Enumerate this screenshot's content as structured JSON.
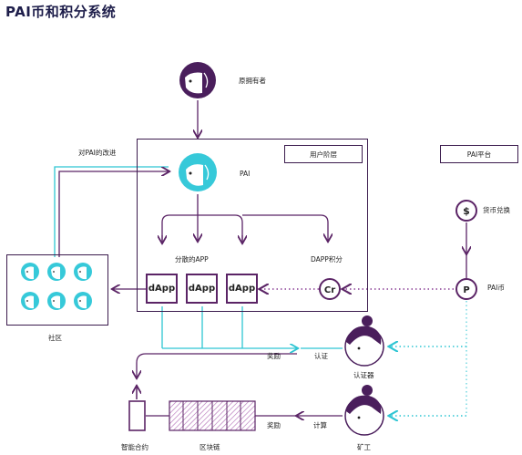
{
  "title": "PAI币和积分系统",
  "labels": {
    "owner": "原拥有者",
    "improve": "对PAI的改进",
    "user_layer": "用户阶层",
    "pai_platform": "PAI平台",
    "pai": "PAI",
    "currency_exchange": "货币兑换",
    "distributed_app": "分散的APP",
    "dapp_points": "DAPP积分",
    "pai_coin": "PAI币",
    "community": "社区",
    "reward1": "奖励",
    "verify": "认证",
    "verifier": "认证器",
    "smart_contract": "智能合约",
    "blockchain": "区块链",
    "reward2": "奖励",
    "compute": "计算",
    "miner": "矿工"
  },
  "dapps": [
    "dApp",
    "dApp",
    "dApp"
  ],
  "badges": {
    "cr": "Cr",
    "p": "P",
    "dollar": "$"
  },
  "colors": {
    "purple": "#5b2466",
    "dark": "#3b1b4d",
    "cyan": "#2ec5d3",
    "face_cyan": "#36c9d9",
    "face_purple": "#4a1e5c"
  }
}
